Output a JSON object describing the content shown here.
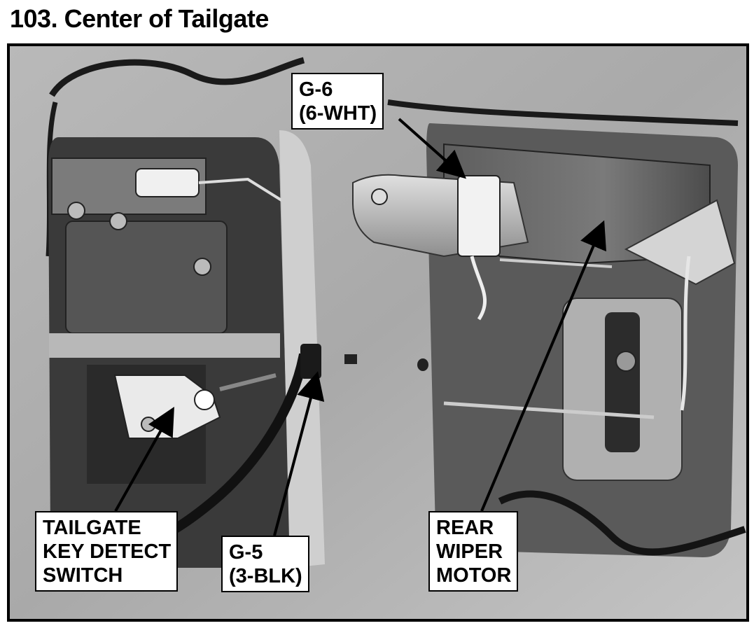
{
  "title": "103. Center of Tailgate",
  "callouts": {
    "g6": {
      "line1": "G-6",
      "line2": "(6-WHT)"
    },
    "tailgate_switch": {
      "line1": "TAILGATE",
      "line2": "KEY DETECT",
      "line3": "SWITCH"
    },
    "g5": {
      "line1": "G-5",
      "line2": "(3-BLK)"
    },
    "wiper_motor": {
      "line1": "REAR",
      "line2": "WIPER",
      "line3": "MOTOR"
    }
  },
  "colors": {
    "frame": "#000000",
    "photo_base": "#9a9a9a",
    "label_bg": "#ffffff"
  }
}
